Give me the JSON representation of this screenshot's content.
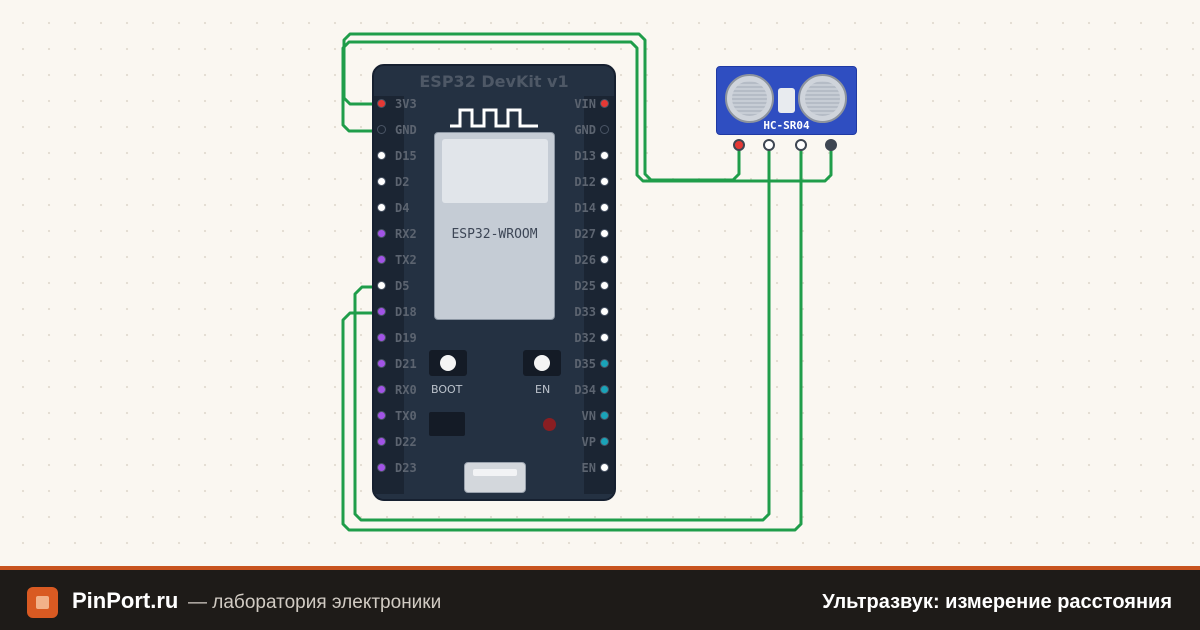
{
  "board": {
    "title": "ESP32 DevKit v1",
    "module_label": "ESP32-WROOM",
    "boot_label": "BOOT",
    "en_label": "EN",
    "left_pins": [
      {
        "label": "3V3",
        "color": "#e53935"
      },
      {
        "label": "GND",
        "color": "#1b2533"
      },
      {
        "label": "D15",
        "color": "#ffffff"
      },
      {
        "label": "D2",
        "color": "#ffffff"
      },
      {
        "label": "D4",
        "color": "#ffffff"
      },
      {
        "label": "RX2",
        "color": "#a254e6"
      },
      {
        "label": "TX2",
        "color": "#a254e6"
      },
      {
        "label": "D5",
        "color": "#ffffff"
      },
      {
        "label": "D18",
        "color": "#a254e6"
      },
      {
        "label": "D19",
        "color": "#a254e6"
      },
      {
        "label": "D21",
        "color": "#a254e6"
      },
      {
        "label": "RX0",
        "color": "#a254e6"
      },
      {
        "label": "TX0",
        "color": "#a254e6"
      },
      {
        "label": "D22",
        "color": "#a254e6"
      },
      {
        "label": "D23",
        "color": "#a254e6"
      }
    ],
    "right_pins": [
      {
        "label": "VIN",
        "color": "#e53935"
      },
      {
        "label": "GND",
        "color": "#1b2533"
      },
      {
        "label": "D13",
        "color": "#ffffff"
      },
      {
        "label": "D12",
        "color": "#ffffff"
      },
      {
        "label": "D14",
        "color": "#ffffff"
      },
      {
        "label": "D27",
        "color": "#ffffff"
      },
      {
        "label": "D26",
        "color": "#ffffff"
      },
      {
        "label": "D25",
        "color": "#ffffff"
      },
      {
        "label": "D33",
        "color": "#ffffff"
      },
      {
        "label": "D32",
        "color": "#ffffff"
      },
      {
        "label": "D35",
        "color": "#1aa3b8"
      },
      {
        "label": "D34",
        "color": "#1aa3b8"
      },
      {
        "label": "VN",
        "color": "#1aa3b8"
      },
      {
        "label": "VP",
        "color": "#1aa3b8"
      },
      {
        "label": "EN",
        "color": "#ffffff"
      }
    ]
  },
  "sensor": {
    "label": "HC-SR04",
    "pin_colors": [
      "#e53935",
      "#ffffff",
      "#ffffff",
      "#3e4652"
    ]
  },
  "wiring": {
    "wire_color": "#1f9d4a",
    "connections": [
      {
        "from": "3V3",
        "to": "sensor pin 1"
      },
      {
        "from": "GND",
        "to": "sensor pin 4"
      },
      {
        "from": "D5",
        "to": "sensor pin 2"
      },
      {
        "from": "D18",
        "to": "sensor pin 3"
      }
    ]
  },
  "footer": {
    "brand": "PinPort.ru",
    "tagline": "— лаборатория электроники",
    "title": "Ультразвук: измерение расстояния",
    "accent_color": "#c8541f"
  }
}
